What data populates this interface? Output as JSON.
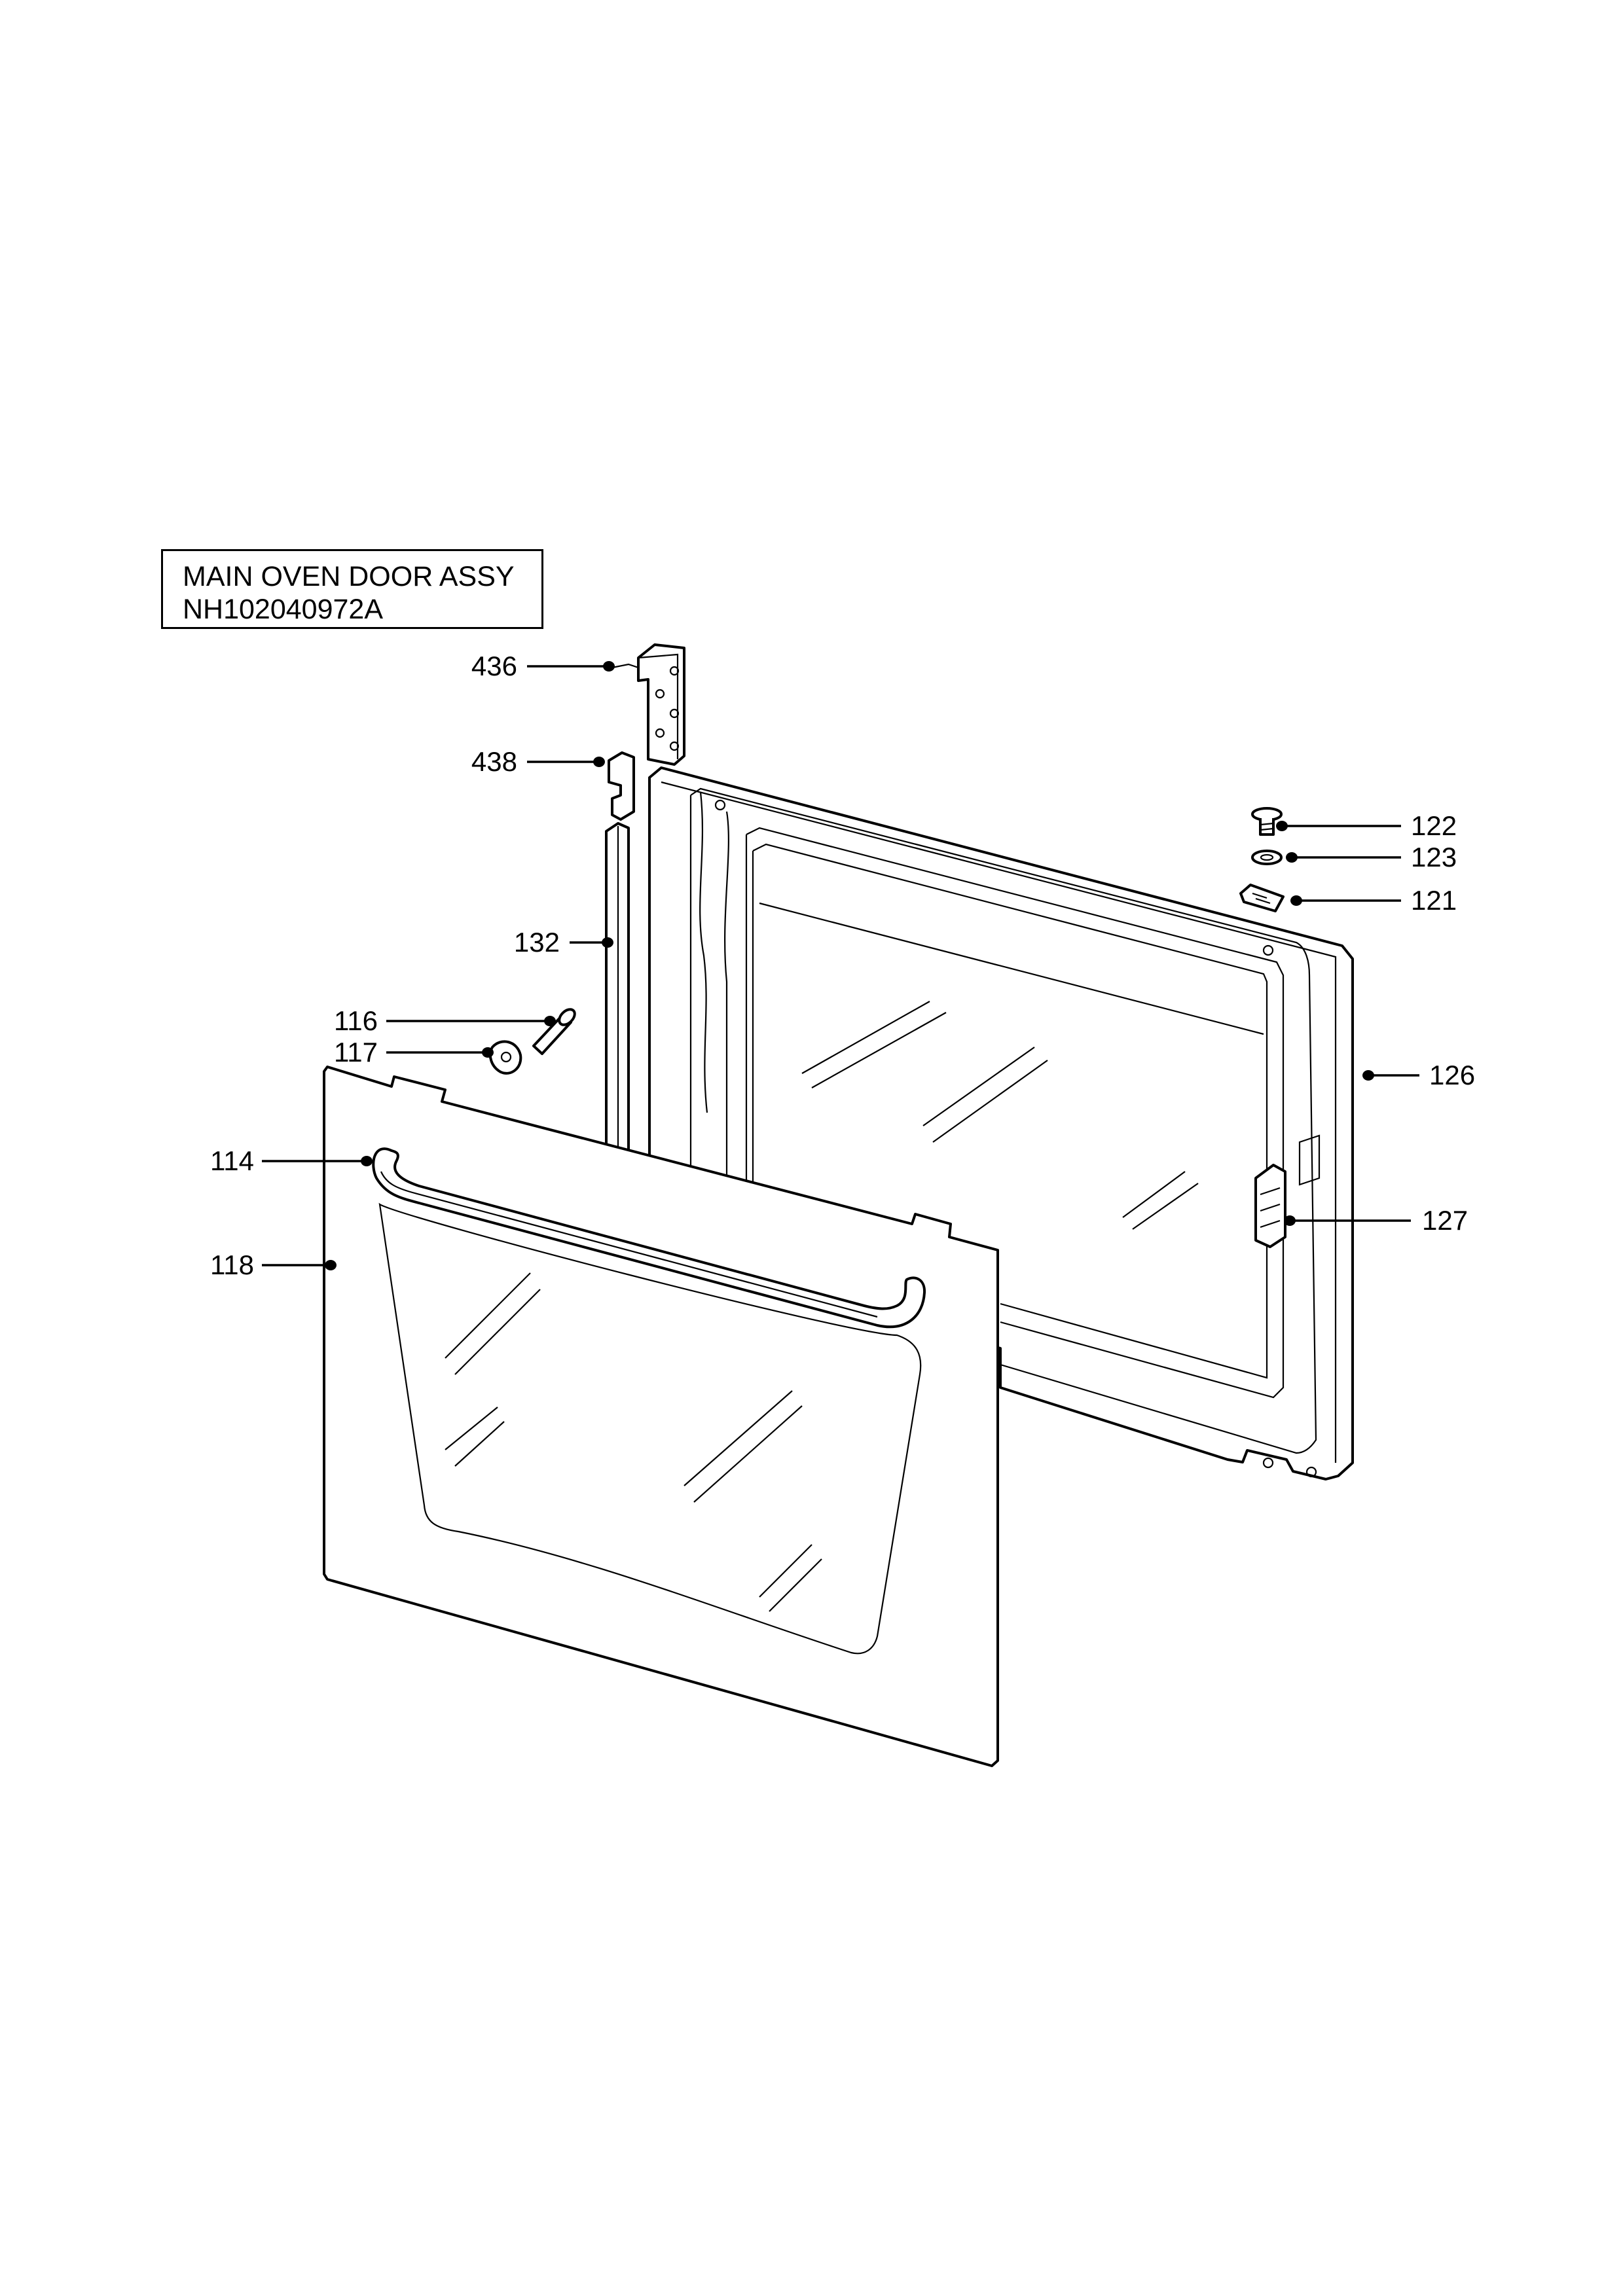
{
  "title": {
    "line1": "MAIN OVEN DOOR ASSY",
    "line2": "NH102040972A"
  },
  "callouts": [
    {
      "id": "436",
      "label": "436",
      "part": "door-hinge"
    },
    {
      "id": "438",
      "label": "438",
      "part": "hinge-bracket"
    },
    {
      "id": "132",
      "label": "132",
      "part": "door-side-trim"
    },
    {
      "id": "116",
      "label": "116",
      "part": "handle-screw"
    },
    {
      "id": "117",
      "label": "117",
      "part": "handle-spacer"
    },
    {
      "id": "114",
      "label": "114",
      "part": "door-handle"
    },
    {
      "id": "118",
      "label": "118",
      "part": "outer-door-panel"
    },
    {
      "id": "122",
      "label": "122",
      "part": "screw"
    },
    {
      "id": "123",
      "label": "123",
      "part": "washer"
    },
    {
      "id": "121",
      "label": "121",
      "part": "clip"
    },
    {
      "id": "126",
      "label": "126",
      "part": "inner-door-frame"
    },
    {
      "id": "127",
      "label": "127",
      "part": "door-catch"
    }
  ],
  "colors": {
    "ink": "#000000",
    "paper": "#ffffff"
  }
}
